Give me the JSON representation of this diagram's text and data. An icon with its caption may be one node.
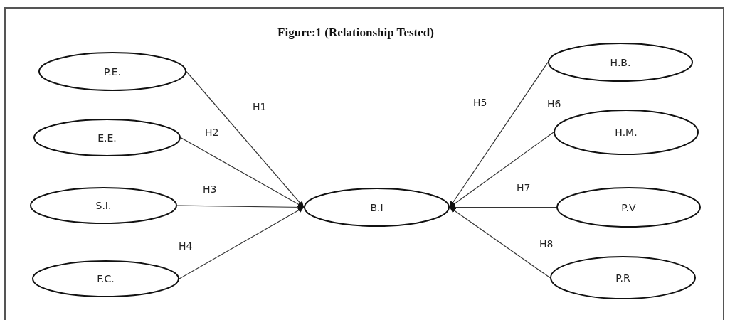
{
  "diagram": {
    "title": "Figure:1 (Relationship Tested)",
    "nodes": [
      {
        "text": [
          "P.E."
        ]
      },
      {
        "text": [
          "E.E."
        ]
      },
      {
        "text": [
          "S.I."
        ]
      },
      {
        "text": [
          "F.C."
        ]
      },
      {
        "text": [
          "B.I"
        ]
      },
      {
        "text": [
          "H.B."
        ]
      },
      {
        "text": [
          "H.M."
        ]
      },
      {
        "text": [
          "P.V"
        ]
      },
      {
        "text": [
          "P.R"
        ]
      }
    ],
    "edges": [
      {
        "from": 0,
        "to": 4,
        "arrow": "to",
        "label": "H1"
      },
      {
        "from": 1,
        "to": 4,
        "arrow": "to",
        "label": "H2"
      },
      {
        "from": 2,
        "to": 4,
        "arrow": "to",
        "label": "H3"
      },
      {
        "from": 3,
        "to": 4,
        "arrow": "to",
        "label": "H4"
      },
      {
        "from": 5,
        "to": 4,
        "arrow": "to",
        "label": "H5"
      },
      {
        "from": 6,
        "to": 4,
        "arrow": "to",
        "label": "H6"
      },
      {
        "from": 7,
        "to": 4,
        "arrow": "to",
        "label": "H7"
      },
      {
        "from": 8,
        "to": 4,
        "arrow": "to",
        "label": "H8"
      }
    ]
  }
}
